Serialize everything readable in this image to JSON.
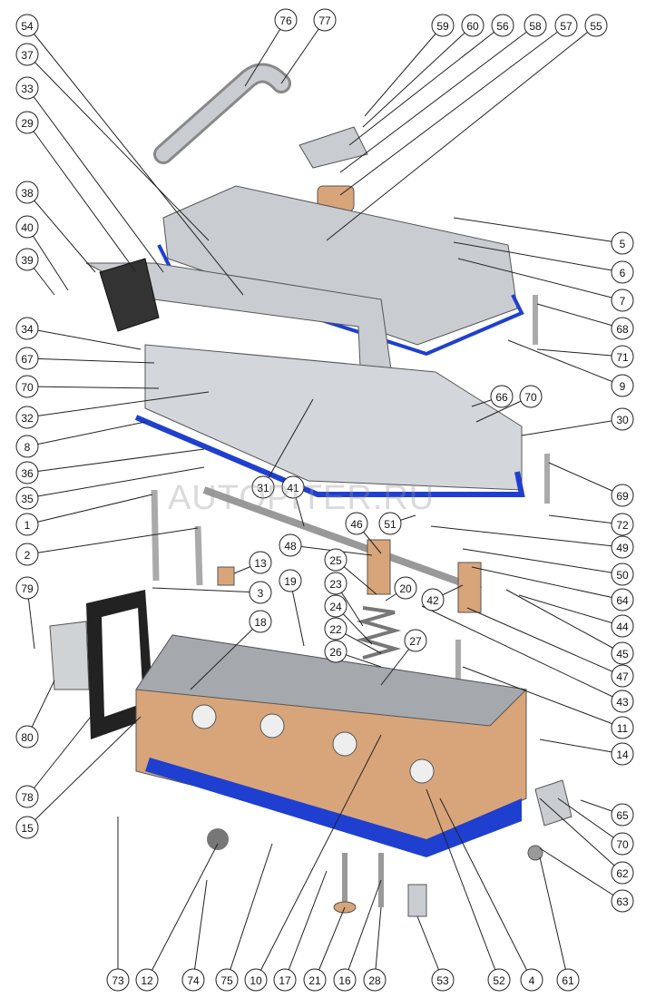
{
  "diagram": {
    "title": "Cylinder head assembly – exploded view",
    "watermark": "AUTOPITER.RU",
    "colors": {
      "gasket": "#1f3fd0",
      "metal": "#c9cdd2",
      "head": "#d8a57a",
      "outline": "#333333"
    },
    "callouts": [
      "76",
      "77",
      "59",
      "60",
      "56",
      "58",
      "57",
      "55",
      "54",
      "37",
      "33",
      "29",
      "38",
      "40",
      "39",
      "34",
      "67",
      "70",
      "32",
      "8",
      "36",
      "35",
      "1",
      "2",
      "79",
      "80",
      "78",
      "15",
      "5",
      "6",
      "7",
      "68",
      "71",
      "9",
      "30",
      "69",
      "72",
      "49",
      "50",
      "64",
      "44",
      "45",
      "47",
      "43",
      "11",
      "14",
      "65",
      "70",
      "62",
      "63",
      "66",
      "70",
      "31",
      "41",
      "46",
      "51",
      "48",
      "25",
      "23",
      "24",
      "22",
      "26",
      "20",
      "42",
      "27",
      "13",
      "3",
      "19",
      "18",
      "73",
      "12",
      "74",
      "75",
      "10",
      "17",
      "21",
      "16",
      "28",
      "53",
      "52",
      "4",
      "61"
    ]
  }
}
